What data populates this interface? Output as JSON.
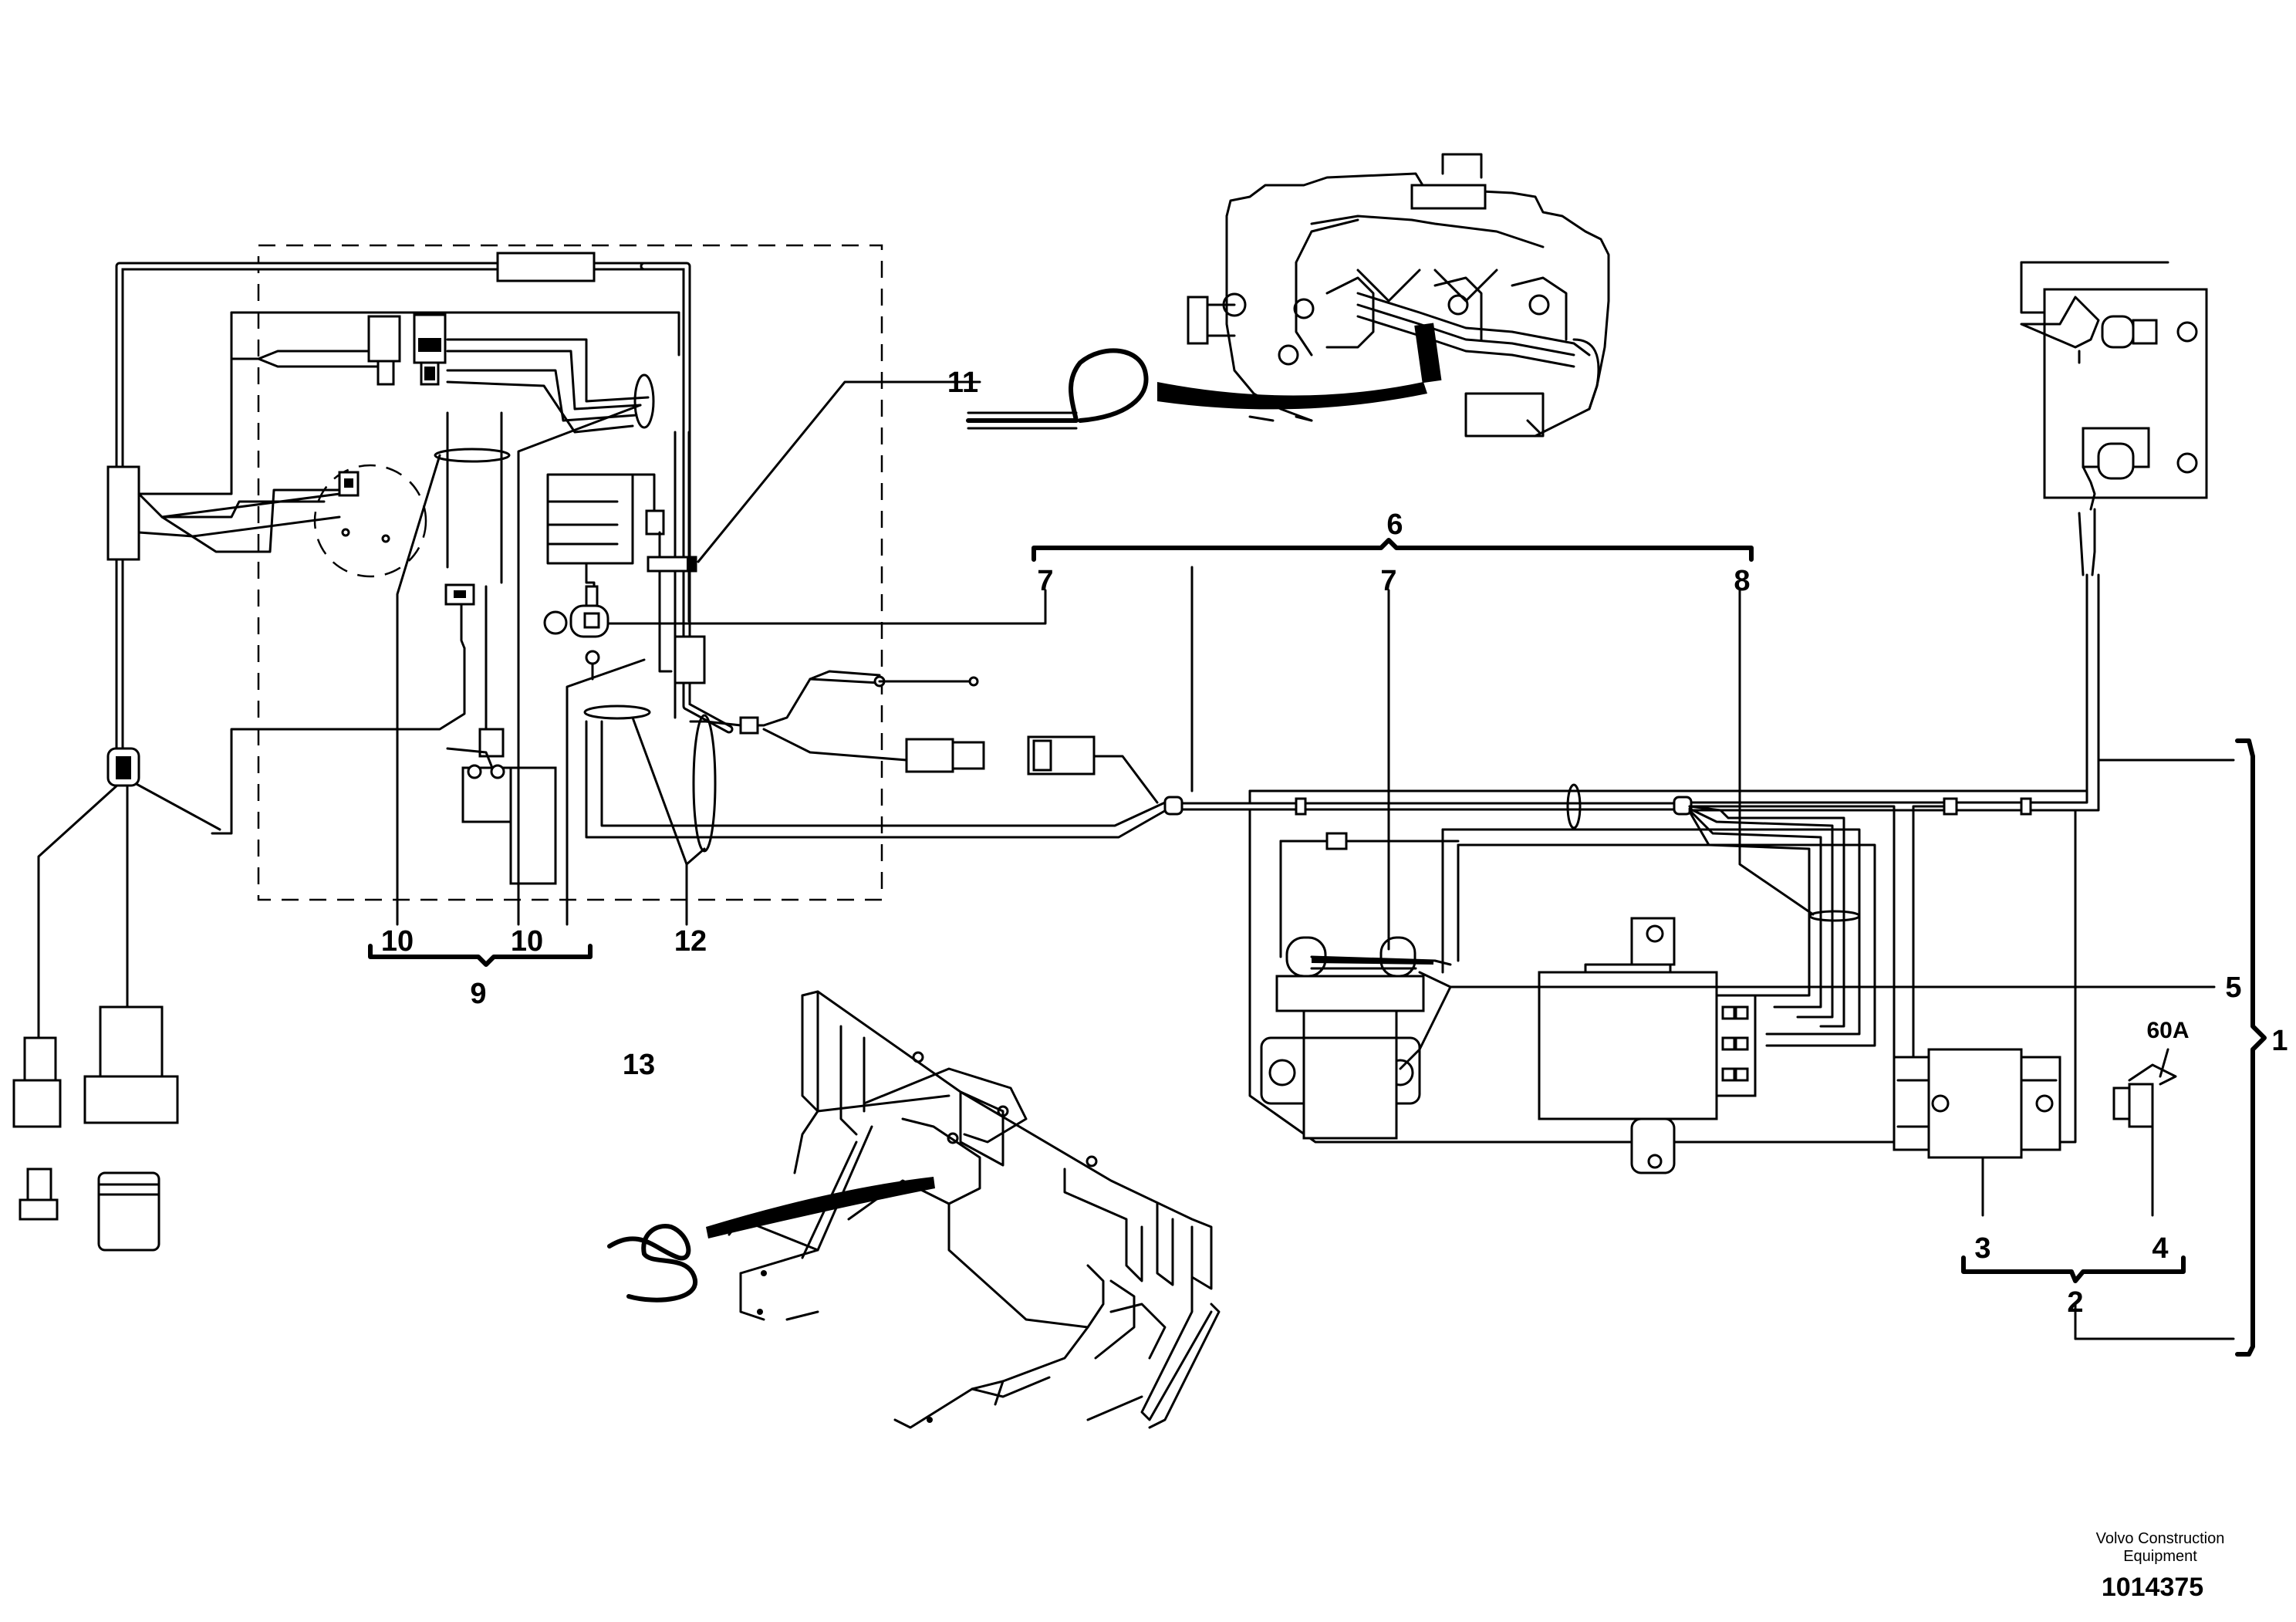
{
  "callouts": {
    "c1": "1",
    "c2": "2",
    "c3": "3",
    "c4": "4",
    "c5": "5",
    "c6": "6",
    "c7a": "7",
    "c7b": "7",
    "c8": "8",
    "c9": "9",
    "c10a": "10",
    "c10b": "10",
    "c11": "11",
    "c12": "12",
    "c13": "13"
  },
  "fuse_rating": "60A",
  "footer": {
    "caption_line1": "Volvo Construction",
    "caption_line2": "Equipment",
    "part_number": "1014375"
  }
}
